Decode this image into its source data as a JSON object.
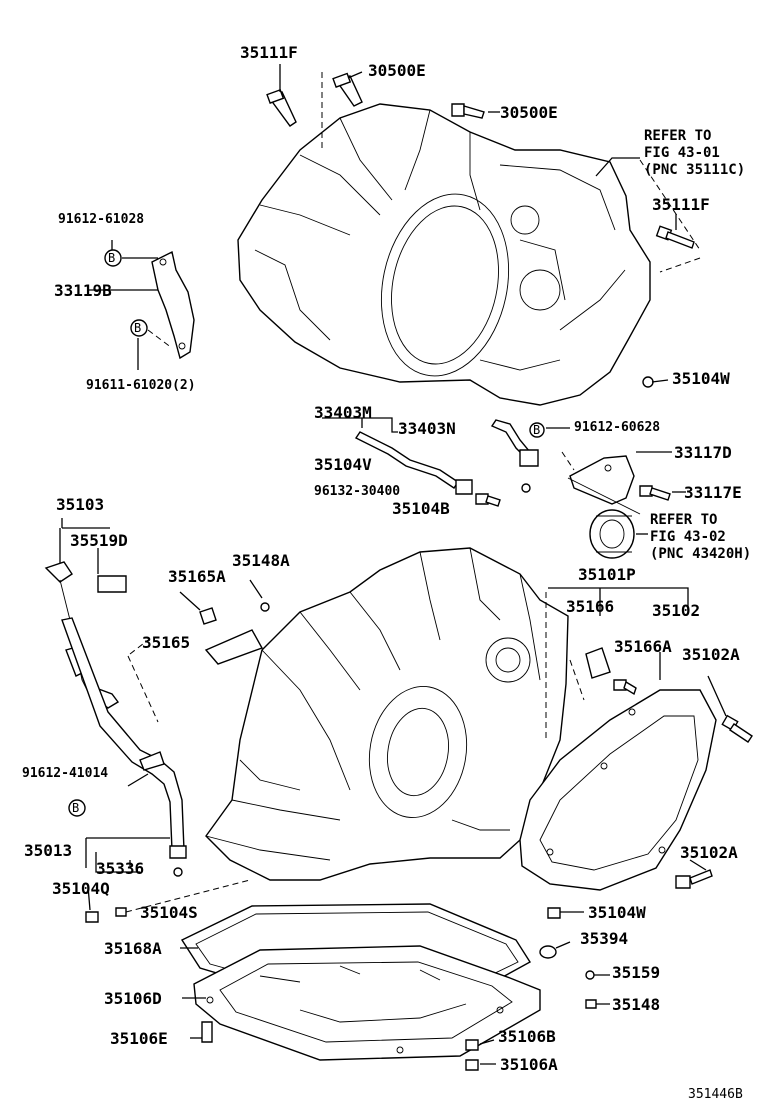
{
  "labels": {
    "l35111F_top": "35111F",
    "l30500E_a": "30500E",
    "l30500E_b": "30500E",
    "ref1": [
      "REFER TO",
      "FIG 43-01",
      "(PNC 35111C)"
    ],
    "l35111F_right": "35111F",
    "l91612_61028": "91612-61028",
    "l33119B": "33119B",
    "l91611_61020": "91611-61020(2)",
    "l35104W_top": "35104W",
    "l33403M": "33403M",
    "l33403N": "33403N",
    "l91612_60628": "91612-60628",
    "l35104V": "35104V",
    "l33117D": "33117D",
    "l96132_30400": "96132-30400",
    "l33117E": "33117E",
    "l35104B": "35104B",
    "ref2": [
      "REFER TO",
      "FIG 43-02",
      "(PNC 43420H)"
    ],
    "l35103": "35103",
    "l35519D": "35519D",
    "l35148A": "35148A",
    "l35165A": "35165A",
    "l35101P": "35101P",
    "l35166": "35166",
    "l35102": "35102",
    "l35165": "35165",
    "l35166A": "35166A",
    "l35102A_top": "35102A",
    "l91612_41014": "91612-41014",
    "l35013": "35013",
    "l35336": "35336",
    "l35102A_bottom": "35102A",
    "l35104Q": "35104Q",
    "l35104S": "35104S",
    "l35104W_bottom": "35104W",
    "l35394": "35394",
    "l35168A": "35168A",
    "l35159": "35159",
    "l35106D": "35106D",
    "l35148": "35148",
    "l35106E": "35106E",
    "l35106B": "35106B",
    "l35106A": "35106A",
    "figure_code": "351446B"
  },
  "bolt_mark": "B"
}
